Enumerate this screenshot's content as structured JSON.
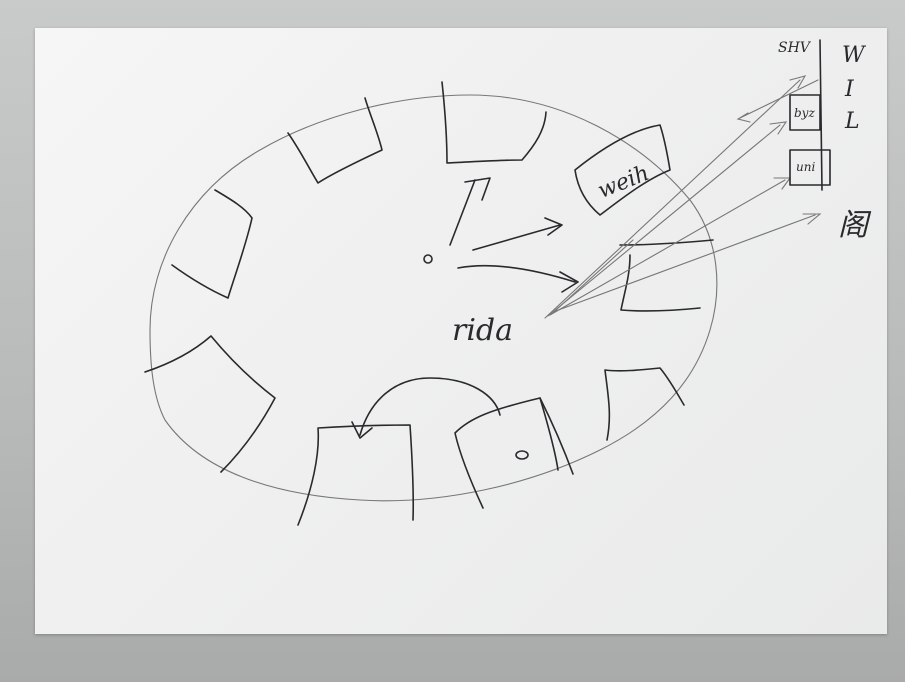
{
  "labels": {
    "center": "rida",
    "box_top_right": "weih",
    "shv": "SHV",
    "wil_w": "W",
    "wil_i": "I",
    "wil_l": "L",
    "box_byz": "byz",
    "box_uni": "uni",
    "glyph": "阁"
  },
  "colors": {
    "ink": "#2a2a2e",
    "pencil": "#777777",
    "paper": "#f3f3f3"
  }
}
